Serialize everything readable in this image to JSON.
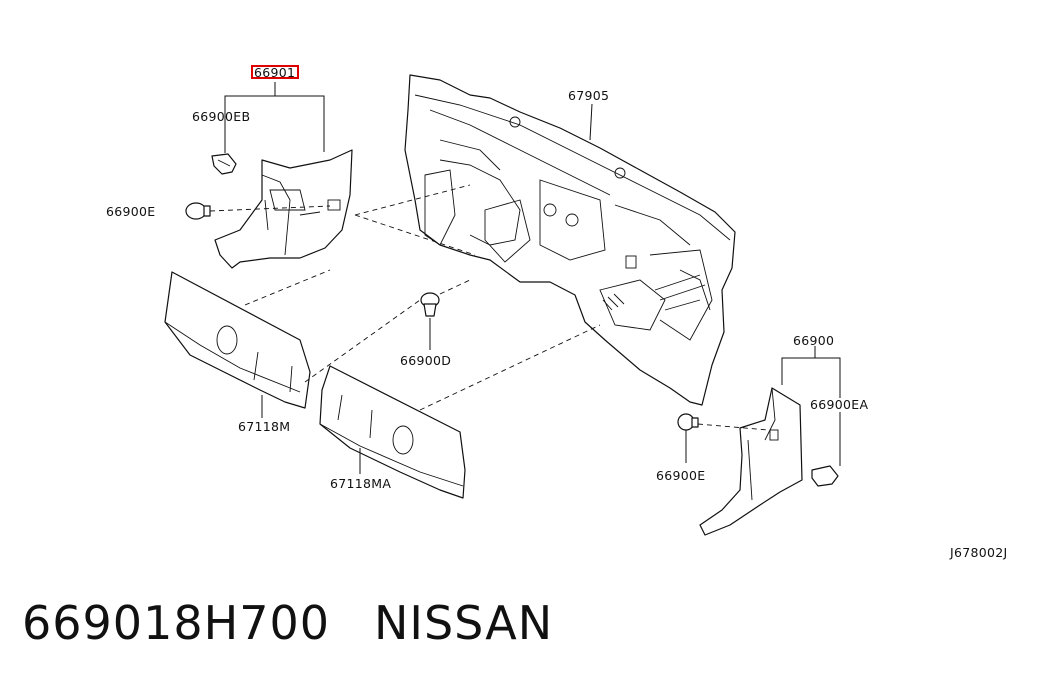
{
  "diagram": {
    "callouts": {
      "c66901": "66901",
      "c66900EB": "66900EB",
      "c66900E_left": "66900E",
      "c67905": "67905",
      "c66900D": "66900D",
      "c67118M": "67118M",
      "c67118MA": "67118MA",
      "c66900": "66900",
      "c66900EA": "66900EA",
      "c66900E_right": "66900E"
    },
    "diagram_code": "J678002J",
    "highlight_color": "#e00000"
  },
  "footer": {
    "part_number": "669018H700",
    "brand": "NISSAN"
  }
}
